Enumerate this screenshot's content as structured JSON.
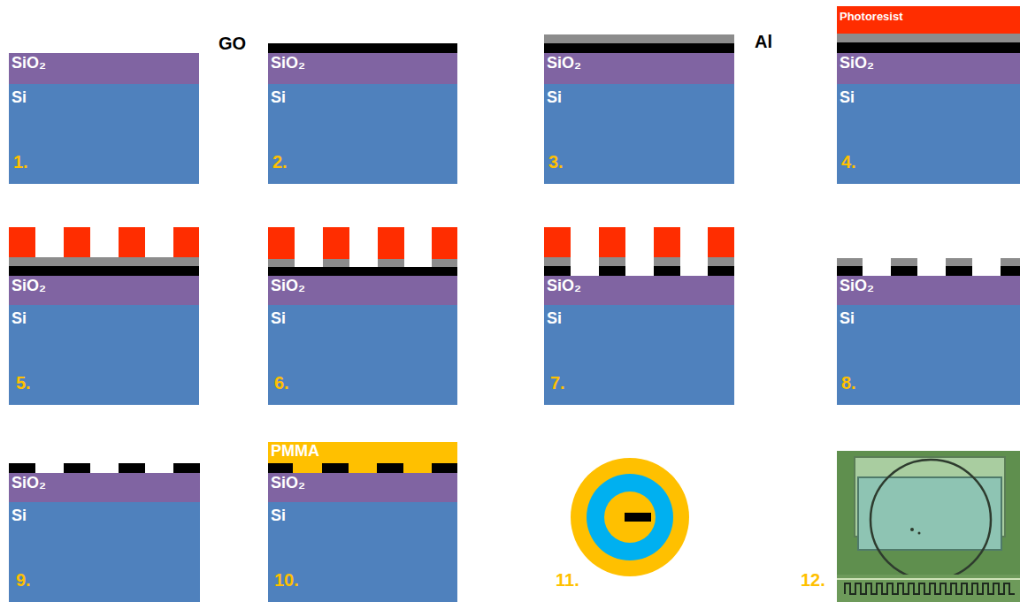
{
  "diagram": {
    "nodes": [
      {
        "text": [
          "SiO₂"
        ]
      },
      {
        "text": [
          "Si"
        ]
      },
      {
        "text": [
          "SiO₂"
        ]
      },
      {
        "text": [
          "Si"
        ]
      },
      {
        "text": [
          "SiO₂"
        ]
      },
      {
        "text": [
          "Si"
        ]
      },
      {
        "text": [
          "Photoresist"
        ]
      },
      {
        "text": [
          "SiO₂"
        ]
      },
      {
        "text": [
          "Si"
        ]
      },
      {
        "text": [
          "SiO₂"
        ]
      },
      {
        "text": [
          "Si"
        ]
      },
      {
        "text": [
          "SiO₂"
        ]
      },
      {
        "text": [
          "Si"
        ]
      },
      {
        "text": [
          "SiO₂"
        ]
      },
      {
        "text": [
          "Si"
        ]
      },
      {
        "text": [
          "SiO₂"
        ]
      },
      {
        "text": [
          "Si"
        ]
      },
      {
        "text": [
          "SiO₂"
        ]
      },
      {
        "text": [
          "Si"
        ]
      },
      {
        "text": [
          "PMMA"
        ]
      },
      {
        "text": [
          "SiO₂"
        ]
      },
      {
        "text": [
          "Si"
        ]
      }
    ],
    "labels": [
      "GO",
      "Al",
      "1.",
      "2.",
      "3.",
      "4.",
      "5.",
      "6.",
      "7.",
      "8.",
      "9.",
      "10.",
      "11.",
      "12."
    ]
  }
}
